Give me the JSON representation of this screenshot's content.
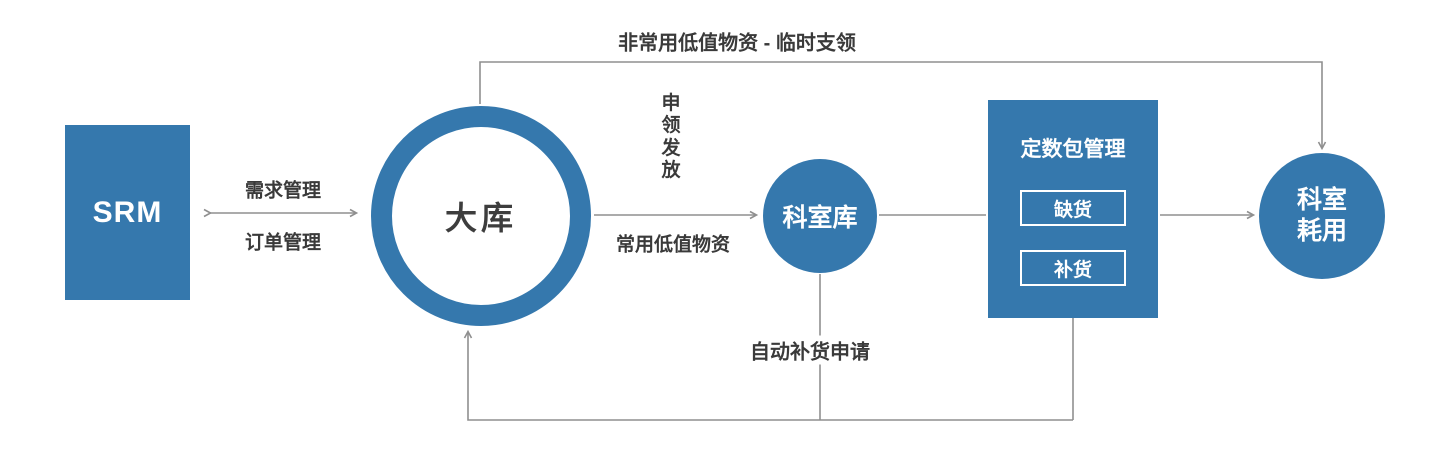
{
  "nodes": {
    "srm": {
      "label": "SRM"
    },
    "main_warehouse": {
      "label": "大库"
    },
    "dept_warehouse": {
      "label": "科室库"
    },
    "package_mgmt": {
      "title": "定数包管理",
      "shortage": "缺货",
      "replenish": "补货"
    },
    "dept_consumption": {
      "label": "科室\n耗用"
    }
  },
  "labels": {
    "demand_mgmt": "需求管理",
    "order_mgmt": "订单管理",
    "apply_issue": "申\n领\n发\n放",
    "common_materials": "常用低值物资",
    "uncommon_materials": "非常用低值物资 - 临时支领",
    "auto_replenish": "自动补货申请"
  },
  "colors": {
    "accent": "#3578ad",
    "line": "#8f8f8f",
    "text": "#3a3a3a"
  }
}
